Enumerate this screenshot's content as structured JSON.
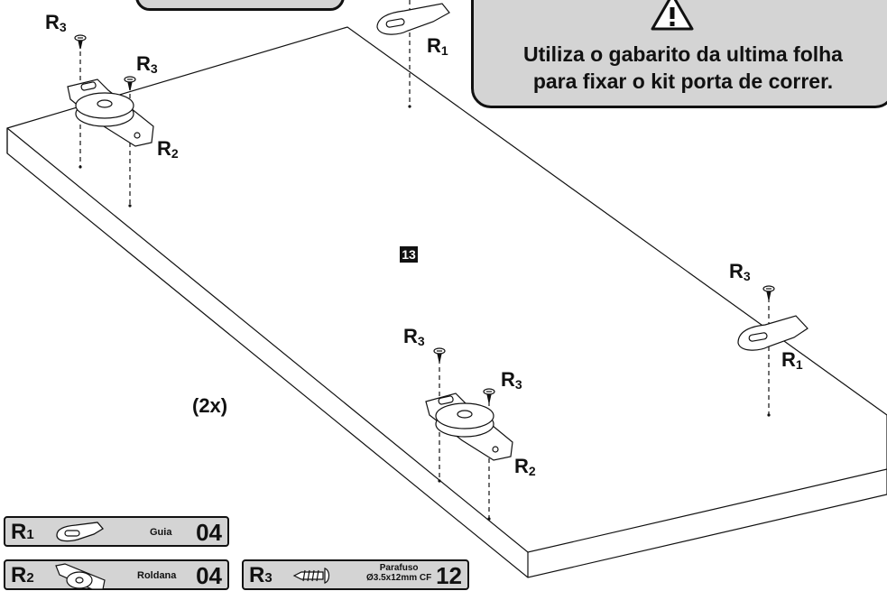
{
  "note": {
    "line1": "Utiliza o gabarito da ultima folha",
    "line2": "para fixar o kit porta de correr."
  },
  "step_number": "13",
  "quantity_label": "(2x)",
  "callouts": {
    "r1": "R",
    "r2": "R",
    "r3": "R",
    "sub1": "1",
    "sub2": "2",
    "sub3": "3"
  },
  "parts": [
    {
      "code": "R",
      "sub": "1",
      "name": "Guia",
      "count": "04"
    },
    {
      "code": "R",
      "sub": "2",
      "name": "Roldana",
      "count": "04"
    },
    {
      "code": "R",
      "sub": "3",
      "name": "Parafuso",
      "spec": "Ø3.5x12mm CF",
      "count": "12"
    }
  ],
  "icons": [
    "warning-icon",
    "guide-icon",
    "roller-icon",
    "screw-icon"
  ],
  "colors": {
    "ink": "#111111",
    "panel_fill": "#d4d4d4",
    "background": "#ffffff"
  }
}
